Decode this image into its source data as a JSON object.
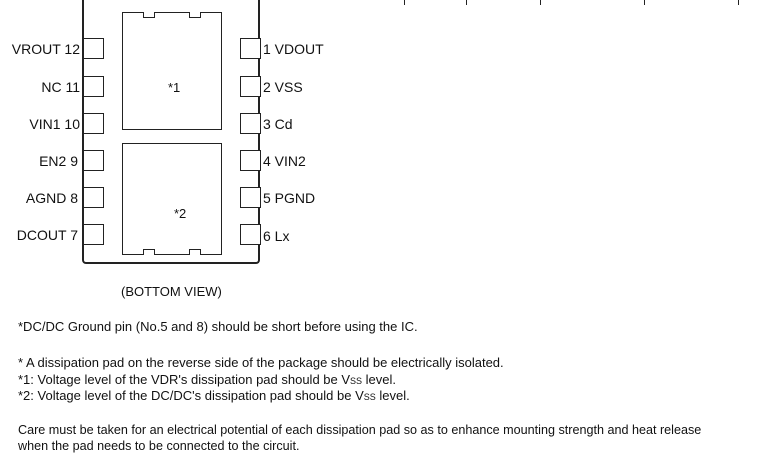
{
  "pins_left": [
    {
      "label": "VROUT 12"
    },
    {
      "label": "NC 11"
    },
    {
      "label": "VIN1 10"
    },
    {
      "label": "EN2 9"
    },
    {
      "label": "AGND 8"
    },
    {
      "label": "DCOUT 7"
    }
  ],
  "pins_right": [
    {
      "label": "1 VDOUT"
    },
    {
      "label": "2 VSS"
    },
    {
      "label": "3 Cd"
    },
    {
      "label": "4 VIN2"
    },
    {
      "label": "5 PGND"
    },
    {
      "label": "6 Lx"
    }
  ],
  "pads": {
    "top_label": "*1",
    "bottom_label": "*2"
  },
  "view_label": "(BOTTOM VIEW)",
  "notes": {
    "ground": "*DC/DC Ground pin (No.5 and 8) should be short before using the IC.",
    "isolated": "* A dissipation pad on the reverse side of the package should be electrically isolated.",
    "n1_prefix": "*1: Voltage level of the VDR's dissipation pad should be V",
    "n1_sub": "SS",
    "n1_suffix": " level.",
    "n2_prefix": "*2: Voltage level of the DC/DC's dissipation pad should be V",
    "n2_sub": "SS",
    "n2_suffix": " level.",
    "care_line1": "Care must be taken for an electrical potential of each dissipation pad so as to enhance mounting strength and heat release",
    "care_line2": "when the pad needs to be connected to the circuit."
  }
}
